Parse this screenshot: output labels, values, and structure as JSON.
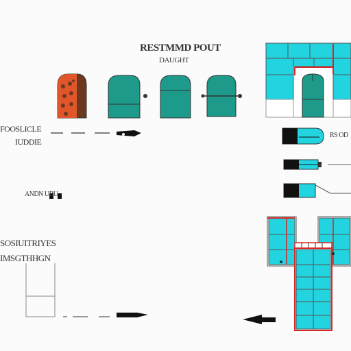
{
  "labels": {
    "title_line_1": "RESTMMD POUT",
    "title_line_2": "DAUGHT",
    "left_label_1": "FOOSLICLE",
    "left_label_2": "IUDDIE",
    "mid_label": "ANDN UBU",
    "bottom_label_1": "SOSIUITRIYES",
    "bottom_label_2": "IMSGTHHGN",
    "right_label": "RS OD"
  },
  "colors": {
    "teal": "#1e9a8a",
    "cyan": "#22d3e0",
    "orange": "#e0562a",
    "brown": "#6b3a1e",
    "red": "#d62828",
    "ink": "#333333",
    "black": "#111111"
  }
}
